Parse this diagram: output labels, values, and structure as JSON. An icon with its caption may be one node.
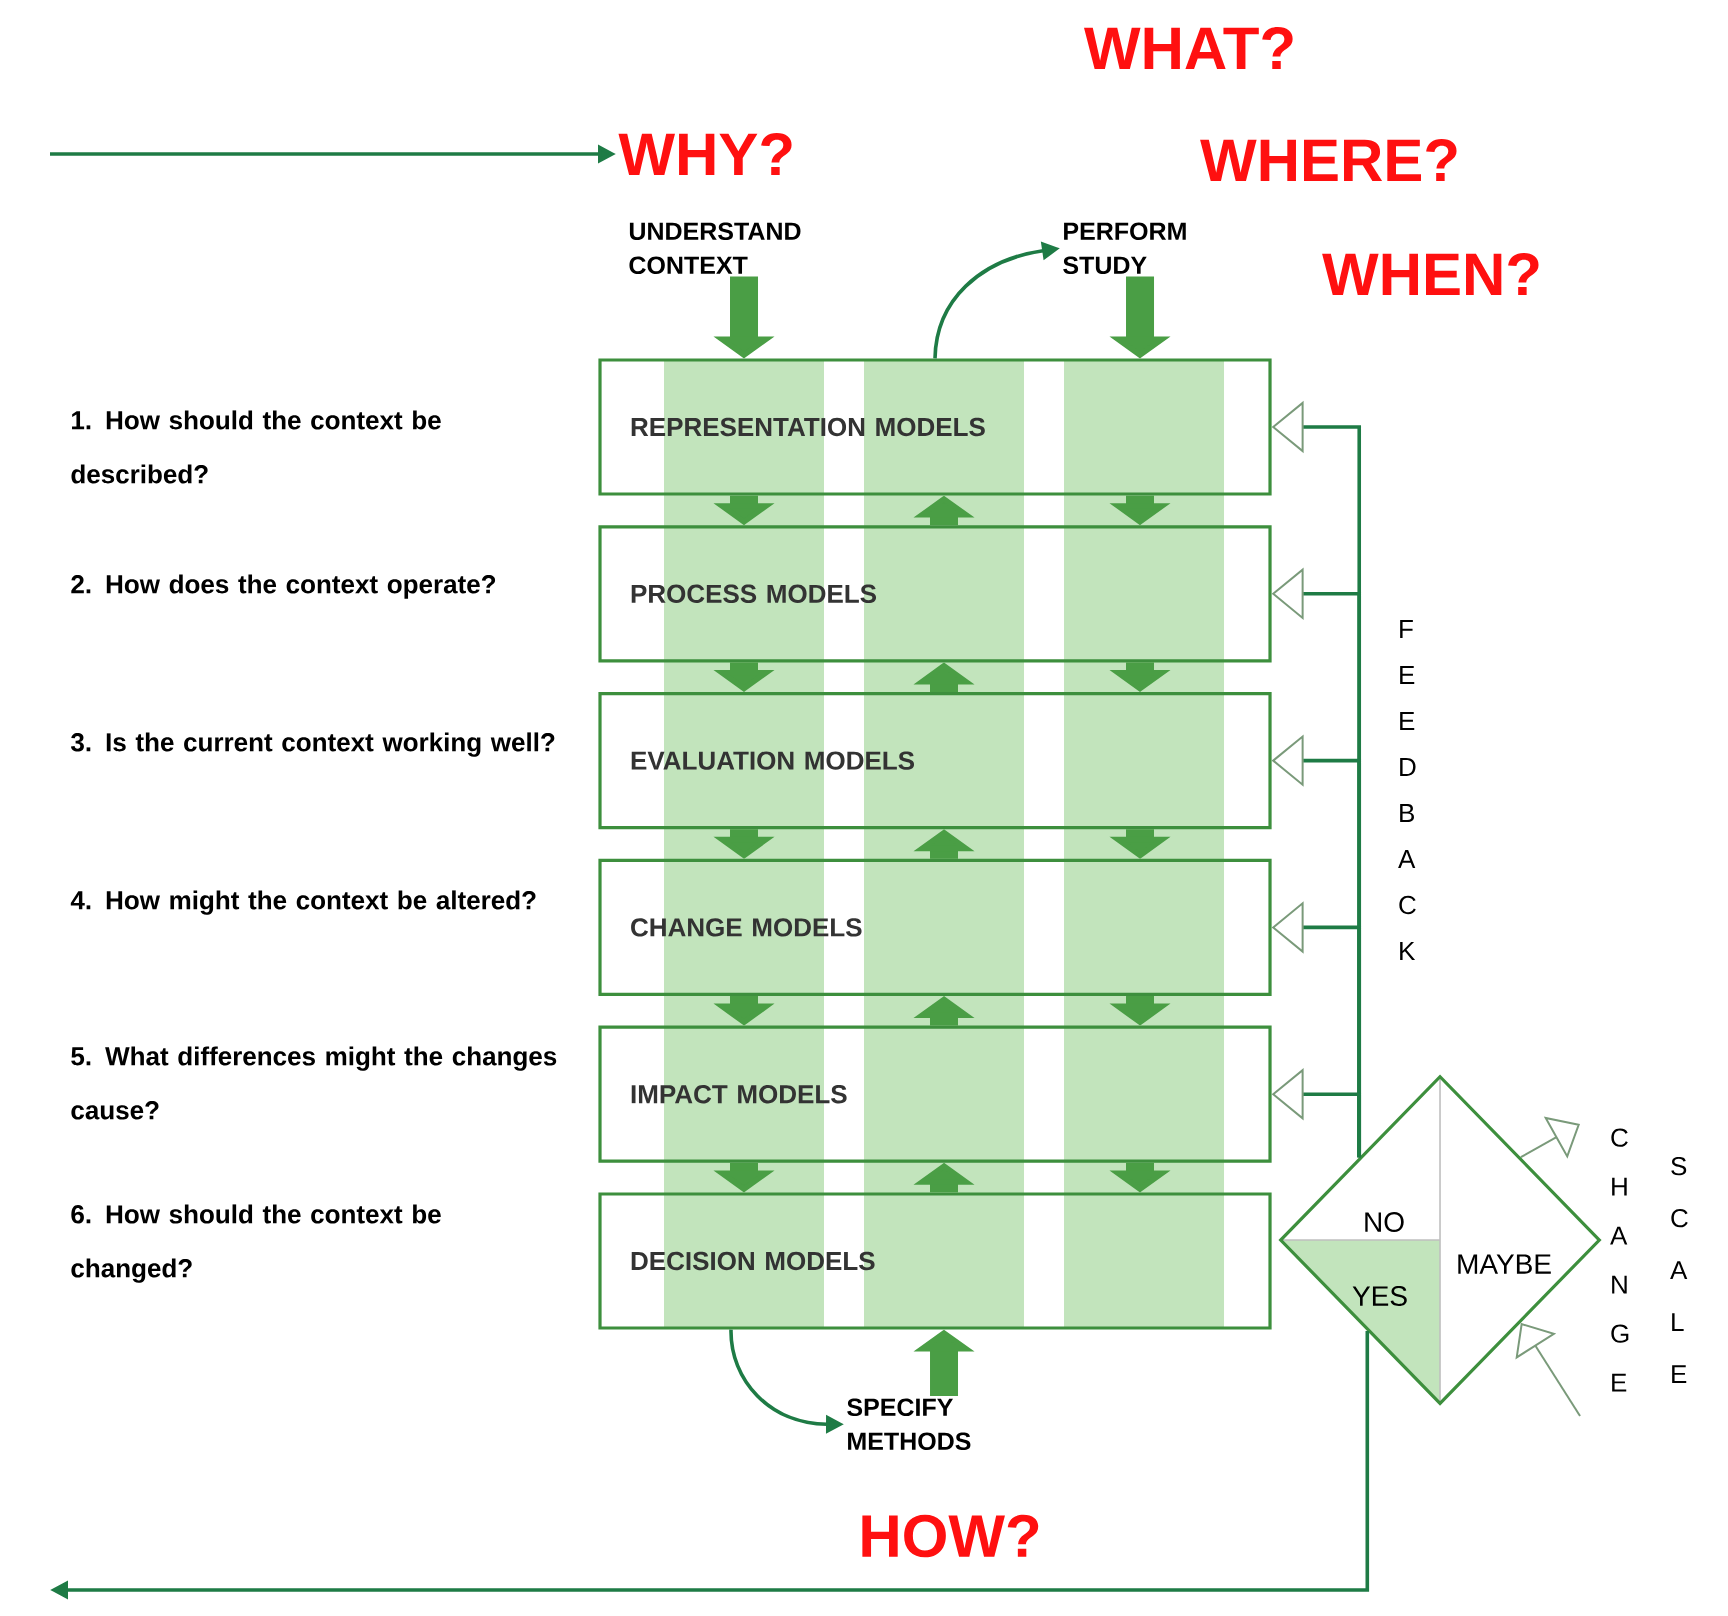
{
  "diagram": {
    "nodes": [
      {
        "text": [
          "WHY?"
        ]
      },
      {
        "text": [
          "WHAT?"
        ]
      },
      {
        "text": [
          "WHERE?"
        ]
      },
      {
        "text": [
          "WHEN?"
        ]
      },
      {
        "text": [
          "UNDERSTAND CONTEXT"
        ]
      },
      {
        "text": [
          "PERFORM STUDY"
        ]
      },
      {
        "text": [
          "REPRESENTATION MODELS"
        ]
      },
      {
        "text": [
          "PROCESS MODELS"
        ]
      },
      {
        "text": [
          "EVALUATION MODELS"
        ]
      },
      {
        "text": [
          "CHANGE MODELS"
        ]
      },
      {
        "text": [
          "IMPACT MODELS"
        ]
      },
      {
        "text": [
          "DECISION MODELS"
        ]
      },
      {
        "text": [
          "NO",
          "YES",
          "MAYBE"
        ]
      },
      {
        "text": [
          "SPECIFY METHODS"
        ]
      },
      {
        "text": [
          "HOW?"
        ]
      }
    ],
    "edges": [
      {
        "from": null,
        "to": 0,
        "arrow": "to"
      },
      {
        "from": 4,
        "to": 6,
        "arrow": "to"
      },
      {
        "from": 5,
        "to": 6,
        "arrow": "to"
      },
      {
        "from": 6,
        "to": 7,
        "arrow": "to"
      },
      {
        "from": 7,
        "to": 6,
        "arrow": "to"
      },
      {
        "from": 6,
        "to": 7,
        "arrow": "to"
      },
      {
        "from": 7,
        "to": 8,
        "arrow": "to"
      },
      {
        "from": 8,
        "to": 7,
        "arrow": "to"
      },
      {
        "from": 7,
        "to": 8,
        "arrow": "to"
      },
      {
        "from": 8,
        "to": 9,
        "arrow": "to"
      },
      {
        "from": 9,
        "to": 8,
        "arrow": "to"
      },
      {
        "from": 8,
        "to": 9,
        "arrow": "to"
      },
      {
        "from": 9,
        "to": 10,
        "arrow": "to"
      },
      {
        "from": 10,
        "to": 9,
        "arrow": "to"
      },
      {
        "from": 9,
        "to": 10,
        "arrow": "to"
      },
      {
        "from": 10,
        "to": 11,
        "arrow": "to"
      },
      {
        "from": 11,
        "to": 10,
        "arrow": "to"
      },
      {
        "from": 10,
        "to": 11,
        "arrow": "to"
      },
      {
        "from": 13,
        "to": 11,
        "arrow": "to"
      },
      {
        "from": 6,
        "to": 5,
        "arrow": "to"
      },
      {
        "from": 11,
        "to": 13,
        "arrow": "to"
      },
      {
        "from": 12,
        "to": 6,
        "arrow": "to"
      },
      {
        "from": 12,
        "to": 7,
        "arrow": "to"
      },
      {
        "from": 12,
        "to": 8,
        "arrow": "to"
      },
      {
        "from": 12,
        "to": 9,
        "arrow": "to"
      },
      {
        "from": 12,
        "to": 10,
        "arrow": "to"
      },
      {
        "from": 12,
        "to": null,
        "arrow": "to"
      },
      {
        "from": 12,
        "to": null,
        "arrow": "to"
      },
      {
        "from": null,
        "to": 12,
        "arrow": "to"
      }
    ],
    "labels": [
      "1. How should the context be described?",
      "2. How does the context operate?",
      "3. Is the current context working well?",
      "4. How might the context be altered?",
      "5. What differences might the changes cause?",
      "6. How should the context be changed?",
      "FEEDBACK",
      "CHANGE",
      "SCALE"
    ]
  }
}
